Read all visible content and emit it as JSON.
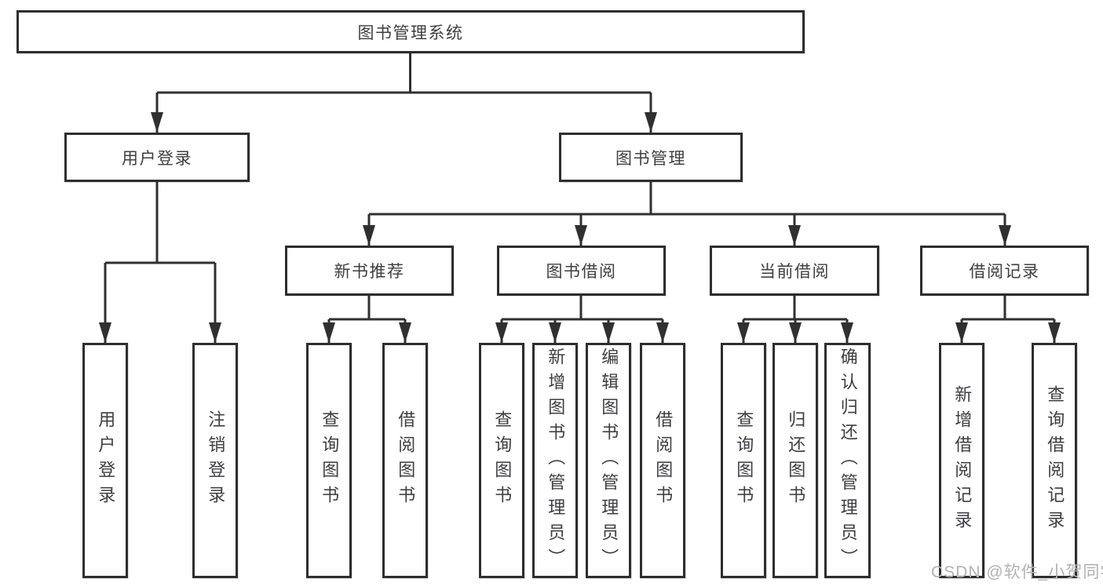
{
  "colors": {
    "background": "#ffffff",
    "line": "#303030",
    "box_border": "#2e2e2e",
    "text": "#3e3e42",
    "watermark": "#b2b2b2"
  },
  "watermark": {
    "text": "CSDN @软件_小贺同学"
  },
  "tree": {
    "root": {
      "label": "图书管理系统",
      "children": [
        {
          "label": "用户登录",
          "children": [
            {
              "label": "用户登录"
            },
            {
              "label": "注销登录"
            }
          ]
        },
        {
          "label": "图书管理",
          "children": [
            {
              "label": "新书推荐",
              "children": [
                {
                  "label": "查询图书"
                },
                {
                  "label": "借阅图书"
                }
              ]
            },
            {
              "label": "图书借阅",
              "children": [
                {
                  "label": "查询图书"
                },
                {
                  "label": "新增图书（管理员）"
                },
                {
                  "label": "编辑图书（管理员）"
                },
                {
                  "label": "借阅图书"
                }
              ]
            },
            {
              "label": "当前借阅",
              "children": [
                {
                  "label": "查询图书"
                },
                {
                  "label": "归还图书"
                },
                {
                  "label": "确认归还（管理员）"
                }
              ]
            },
            {
              "label": "借阅记录",
              "children": [
                {
                  "label": "新增借阅记录"
                },
                {
                  "label": "查询借阅记录"
                }
              ]
            }
          ]
        }
      ]
    }
  }
}
